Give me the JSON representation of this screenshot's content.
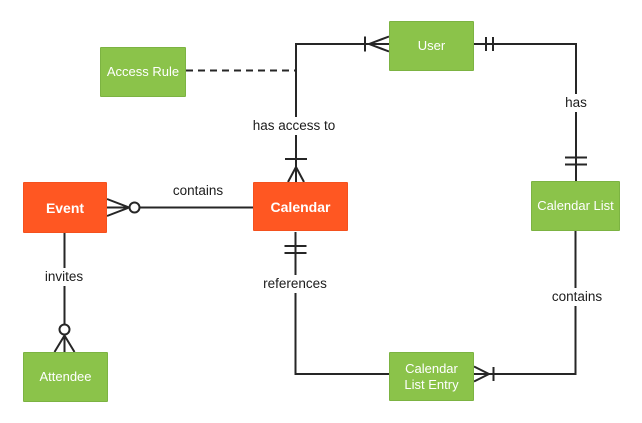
{
  "colors": {
    "entity_orange": "#FF5722",
    "entity_green": "#8BC34A",
    "line": "#262626",
    "label_text": "#1c1c1c"
  },
  "entities": {
    "event": {
      "label": "Event"
    },
    "calendar": {
      "label": "Calendar"
    },
    "access_rule": {
      "label": "Access Rule"
    },
    "user": {
      "label": "User"
    },
    "calendar_list": {
      "label": "Calendar List"
    },
    "calendar_list_entry": {
      "label": "Calendar List Entry"
    },
    "attendee": {
      "label": "Attendee"
    }
  },
  "relationship_labels": {
    "contains_event_calendar": "contains",
    "has_access_to": "has access to",
    "has": "has",
    "contains_list_entry": "contains",
    "references": "references",
    "invites": "invites"
  }
}
